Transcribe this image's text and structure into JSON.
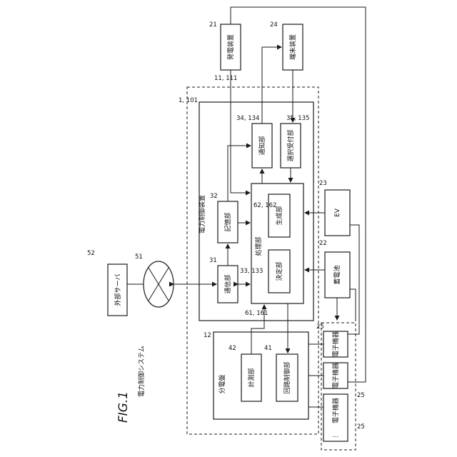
{
  "figure": {
    "title": "FIG.1"
  },
  "refs": {
    "power_control_system": "1, 101",
    "device": "11, 111",
    "distribution_board": "12",
    "communication": "31",
    "storage": "32",
    "notification": "34, 134",
    "selection": "35, 135",
    "processing_a": "33, 133",
    "processing_b": "61, 161",
    "generation": "62, 162",
    "measurement": "42",
    "circuit_control": "41",
    "generator": "21",
    "battery": "22",
    "ev": "23",
    "terminal": "24",
    "electronic_device_1": "25",
    "electronic_device_2": "25",
    "electronic_device_3": "25",
    "network": "51",
    "server": "52"
  },
  "labels": {
    "power_control_system": "電力制御システム",
    "power_control_device": "電力制御装置",
    "distribution_board": "分電盤",
    "communication": "通信部",
    "storage": "記憶部",
    "notification": "通知部",
    "selection": "選択受付部",
    "processing": "処理部",
    "generation": "生成部",
    "decision": "決定部",
    "measurement": "計測部",
    "circuit_control": "回路制御部",
    "generator": "発電装置",
    "terminal": "端末装置",
    "ev": "EV",
    "battery": "蓄電池",
    "electronic_device": "電子機器",
    "server": "外部サーバ",
    "ellipsis": "…"
  }
}
